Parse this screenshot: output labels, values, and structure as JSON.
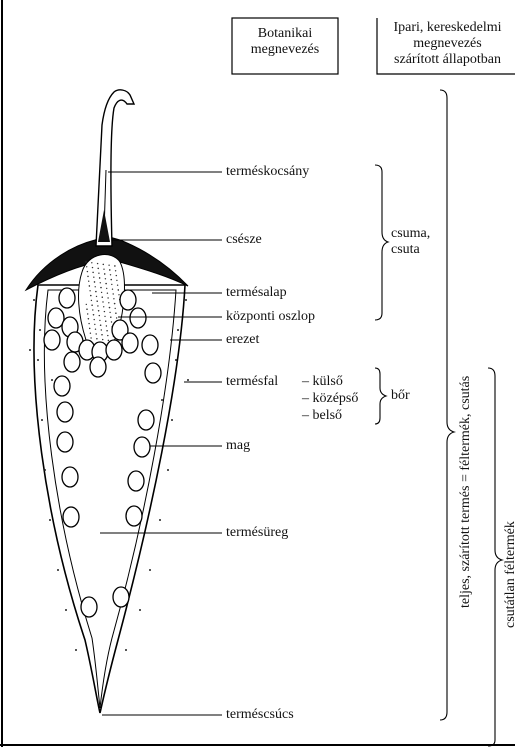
{
  "header": {
    "botanical_line1": "Botanikai",
    "botanical_line2": "megnevezés",
    "industrial_line1": "Ipari, kereskedelmi",
    "industrial_line2": "megnevezés",
    "industrial_line3": "szárított állapotban"
  },
  "labels": {
    "stalk": "terméskocsány",
    "calyx": "csésze",
    "base": "termésalap",
    "column": "központi oszlop",
    "veins": "erezet",
    "wall": "termésfal",
    "wall_outer": "– külső",
    "wall_middle": "– középső",
    "wall_inner": "– belső",
    "seed": "mag",
    "cavity": "termésüreg",
    "tip": "terméscsúcs"
  },
  "groups": {
    "csuma_line1": "csuma,",
    "csuma_line2": "csuta",
    "skin": "bőr",
    "whole_fruit": "teljes, szárított termés = féltermék, csutás",
    "decored": "csutátlan féltermék"
  }
}
